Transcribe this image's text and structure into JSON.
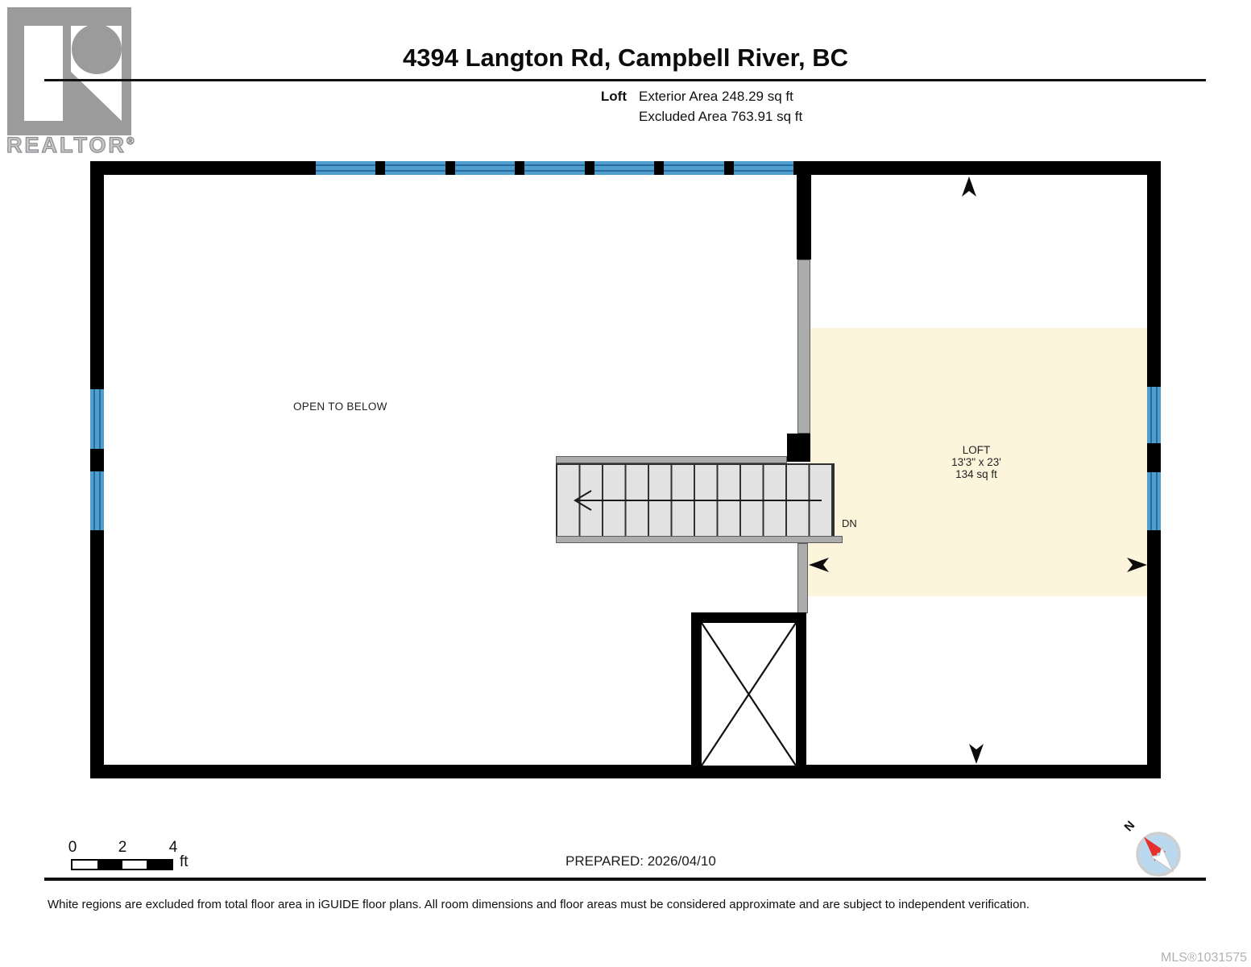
{
  "logo": {
    "brand": "REALTOR",
    "registered": "®"
  },
  "header": {
    "title": "4394 Langton Rd, Campbell River, BC",
    "floor_label": "Loft",
    "exterior_area": "Exterior Area 248.29 sq ft",
    "excluded_area": "Excluded Area 763.91 sq ft"
  },
  "plan": {
    "open_to_below": "OPEN TO BELOW",
    "room": {
      "name": "LOFT",
      "dimensions": "13'3\" x 23'",
      "area": "134 sq ft"
    },
    "stair_direction": "DN"
  },
  "scalebar": {
    "ticks": [
      "0",
      "2",
      "4"
    ],
    "unit": "ft"
  },
  "prepared": "PREPARED: 2026/04/10",
  "compass": {
    "north_label": "N"
  },
  "footer": {
    "disclaimer": "White regions are excluded from total floor area in iGUIDE floor plans. All room dimensions and floor areas must be considered approximate and are subject to independent verification.",
    "mls": "MLS®1031575"
  },
  "colors": {
    "wall": "#000000",
    "window_blue": "#4E9ECF",
    "window_line": "#2B6B9C",
    "included_area_fill": "#FCF5DC",
    "stairs_fill": "#E2E2E2",
    "railing_gray": "#ACACAC",
    "compass_red": "#E5312E",
    "compass_blue": "#BBD9EE",
    "logo_gray": "#9B9B9B"
  }
}
